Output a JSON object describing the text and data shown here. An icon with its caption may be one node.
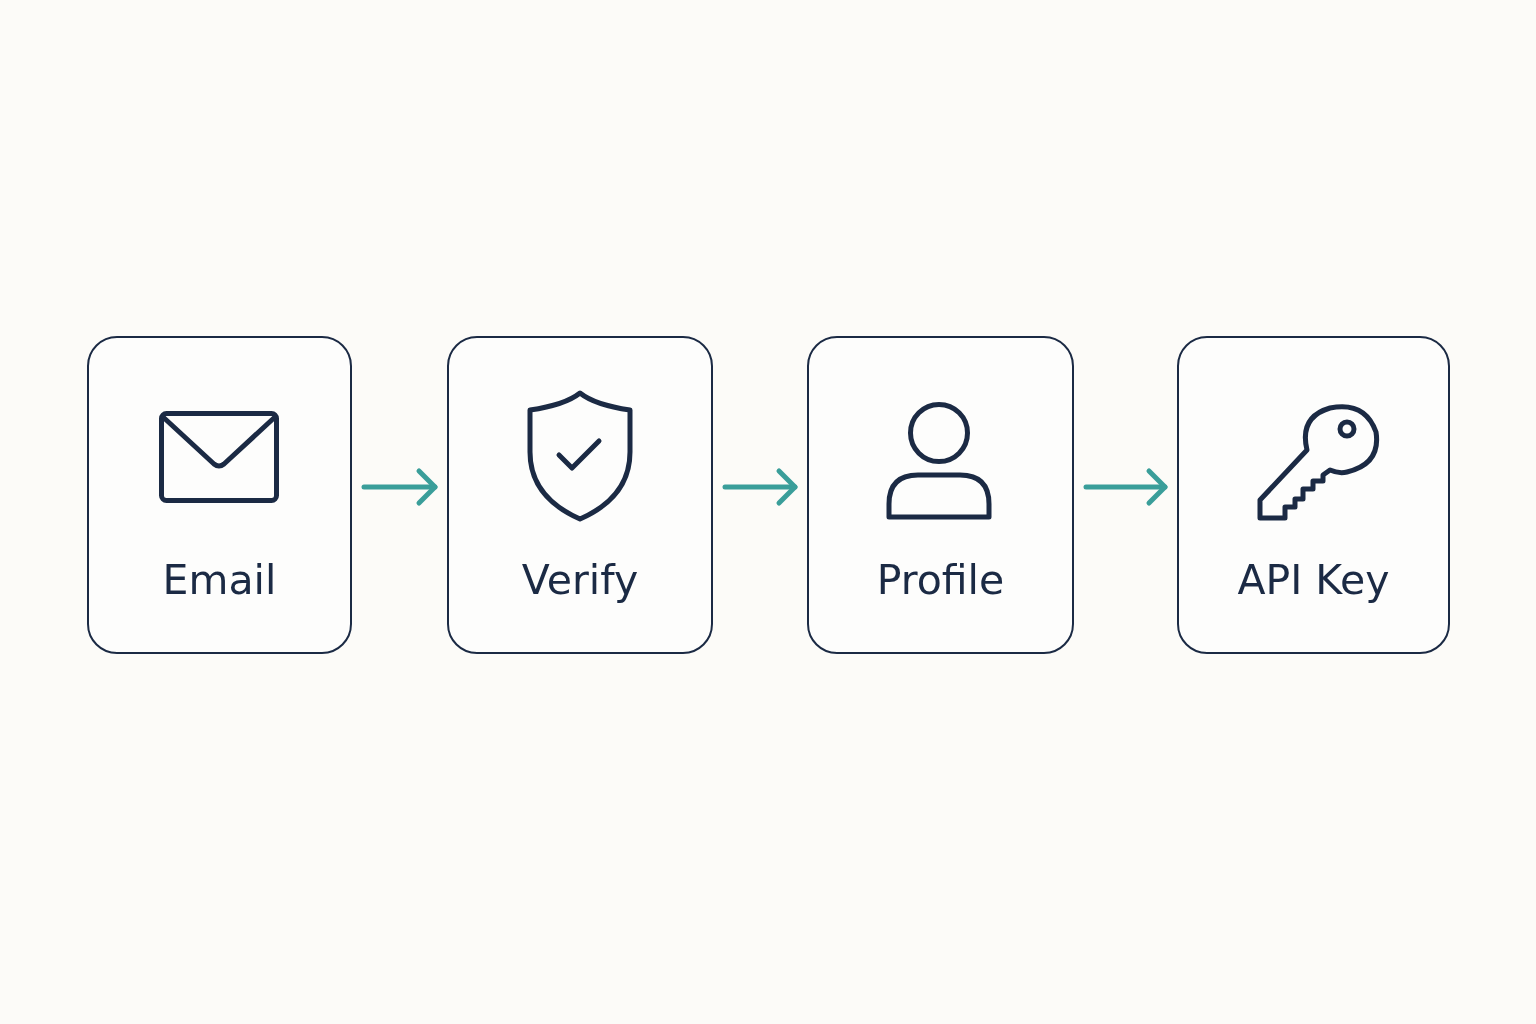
{
  "diagram": {
    "nodes": [
      {
        "text": [
          "Email"
        ]
      },
      {
        "text": [
          "Verify"
        ]
      },
      {
        "text": [
          "Profile"
        ]
      },
      {
        "text": [
          "API Key"
        ]
      }
    ],
    "edges": [
      {
        "from": 0,
        "to": 1,
        "arrow": "to"
      },
      {
        "from": 1,
        "to": 2,
        "arrow": "to"
      },
      {
        "from": 2,
        "to": 3,
        "arrow": "to"
      }
    ]
  }
}
